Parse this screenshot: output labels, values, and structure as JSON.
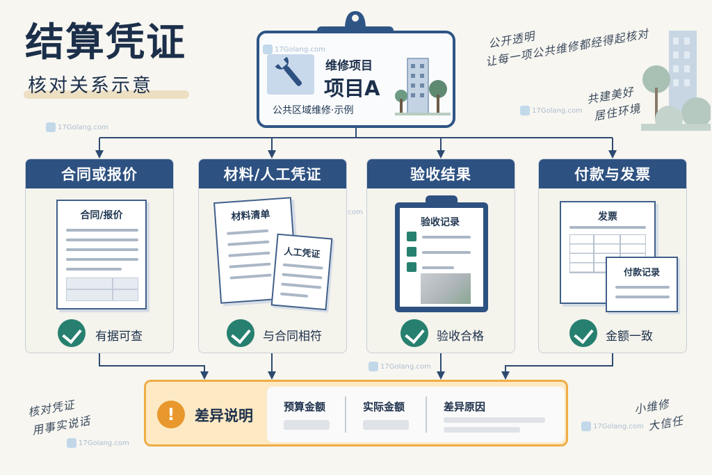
{
  "title": {
    "main": "结算凭证",
    "sub": "核对关系示意"
  },
  "project": {
    "label": "维修项目",
    "name": "项目A",
    "note": "公共区域维修·示例"
  },
  "notes": {
    "top_right_1": "公开透明",
    "top_right_2": "让每一项公共维修都经得起核对",
    "mid_right_1": "共建美好",
    "mid_right_2": "居住环境",
    "bottom_left_1": "核对凭证",
    "bottom_left_2": "用事实说话",
    "bottom_right_1": "小维修",
    "bottom_right_2": "大信任"
  },
  "watermark": "17Golang.com",
  "stages": [
    {
      "title": "合同或报价",
      "doc_title": "合同/报价",
      "check": "有据可查"
    },
    {
      "title": "材料/人工凭证",
      "doc_title": "材料清单",
      "doc_title_2": "人工凭证",
      "check": "与合同相符"
    },
    {
      "title": "验收结果",
      "doc_title": "验收记录",
      "check": "验收合格"
    },
    {
      "title": "付款与发票",
      "doc_title": "发票",
      "doc_title_2": "付款记录",
      "check": "金额一致"
    }
  ],
  "difference": {
    "title": "差异说明",
    "icon": "!",
    "columns": [
      "预算金额",
      "实际金额",
      "差异原因"
    ]
  },
  "colors": {
    "navy": "#2d5181",
    "green": "#27806f",
    "orange": "#f0ac45",
    "background": "#f7f6f1"
  },
  "icons": [
    "wrench-icon",
    "building-icon",
    "check-icon",
    "warning-icon",
    "clipboard-icon",
    "tree-icon"
  ]
}
